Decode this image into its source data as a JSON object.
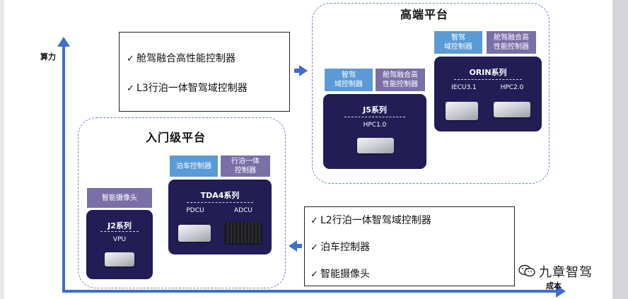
{
  "axes": {
    "y_label": "算力",
    "x_label": "成本"
  },
  "high_platform": {
    "title": "高端平台",
    "features": [
      "舱驾融合高性能控制器",
      "L3行泊一体智驾域控制器"
    ],
    "j5": {
      "tags": [
        "智驾\n域控制器",
        "舱驾融合高\n性能控制器"
      ],
      "title": "J5系列",
      "products": [
        "HPC1.0"
      ]
    },
    "orin": {
      "tags": [
        "智驾\n域控制器",
        "舱驾融合高\n性能控制器"
      ],
      "title": "ORIN系列",
      "products": [
        "IECU3.1",
        "HPC2.0"
      ]
    }
  },
  "entry_platform": {
    "title": "入门级平台",
    "features": [
      "L2行泊一体智驾域控制器",
      "泊车控制器",
      "智能摄像头"
    ],
    "j2": {
      "tags": [
        "智能摄像头"
      ],
      "title": "J2系列",
      "products": [
        "VPU"
      ]
    },
    "tda4": {
      "tags": [
        "泊车控制器",
        "行泊一体\n控制器"
      ],
      "title": "TDA4系列",
      "products": [
        "PDCU",
        "ADCU"
      ]
    }
  },
  "checkmark": "✓",
  "watermark": "九章智驾",
  "colors": {
    "axis": "#3f6fc9",
    "card": "#221d54",
    "tag_blue": "#5b9bd5",
    "tag_purple": "#7b6fa8"
  }
}
